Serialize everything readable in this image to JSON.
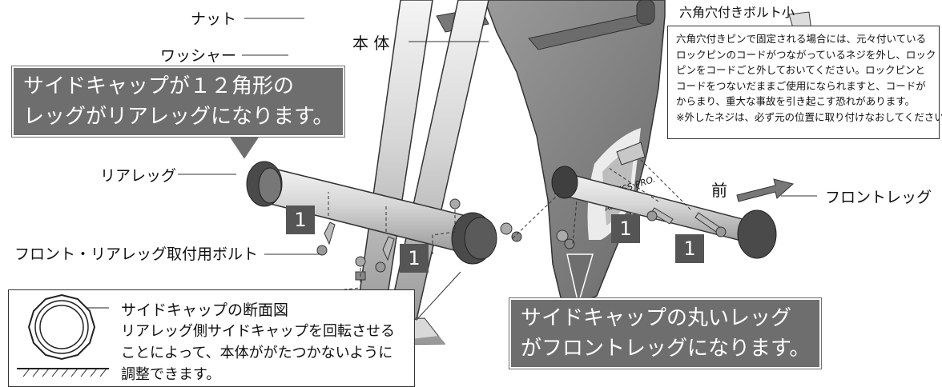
{
  "labels": {
    "nut": "ナット",
    "washer": "ワッシャー",
    "body": "本 体",
    "rear_leg": "リアレッグ",
    "bolt": "フロント・リアレッグ取付用ボルト",
    "front": "前",
    "front_leg": "フロントレッグ",
    "brand_line1": "FITNESS PRO.",
    "brand_line2": "ALINCO"
  },
  "callouts": {
    "rear_lines": [
      "サイドキャップが１２角形の",
      "レッグがリアレッグになります。"
    ],
    "front_lines": [
      "サイドキャップの丸いレッグ",
      "がフロントレッグになります。"
    ]
  },
  "steps": [
    "1",
    "1",
    "1",
    "1"
  ],
  "note": {
    "title": "六角穴付きボルト小",
    "lines": [
      "六角穴付きピンで固定される場合には、元々付いている",
      "ロックピンのコードがつながっているネジを外し、ロック",
      "ピンをコードごと外しておいてください。ロックピンと",
      "コードをつないだままご使用になられますと、コードが",
      "からまり、重大な事故を引き起こす恐れがあります。",
      "※外したネジは、必ず元の位置に取り付けなおしてください。"
    ]
  },
  "cross_section": {
    "title": "サイドキャップの断面図",
    "lines": [
      "リアレッグ側サイドキャップを回転させる",
      "ことによって、本体ががたつかないように",
      "調整できます。"
    ]
  },
  "colors": {
    "callout_fill": "#6e6e6e",
    "flywheel": "#8a8a8a",
    "cap": "#4a4a4a",
    "step_box": "#555555"
  }
}
